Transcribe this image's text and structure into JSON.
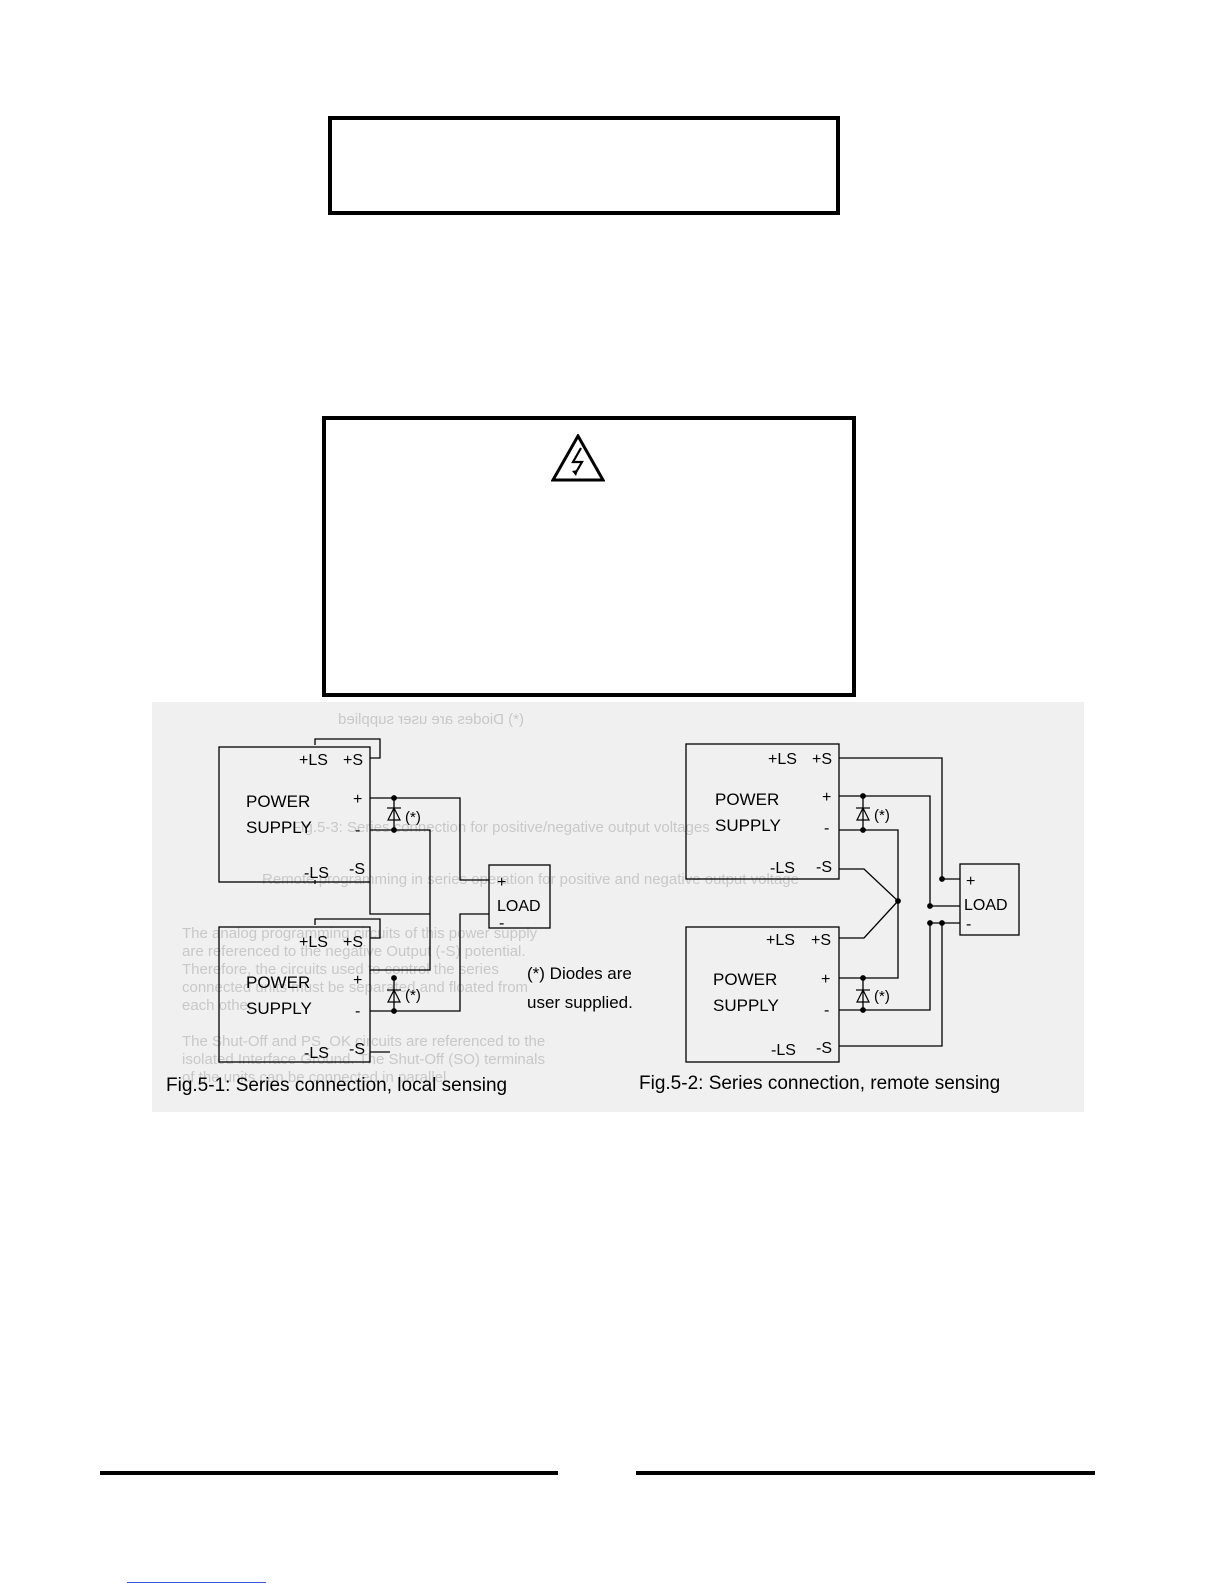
{
  "colors": {
    "ink": "#000000",
    "scan_background": "#f0f0f0",
    "ghost_text": "#a8a8a8",
    "link": "#3b5bdb"
  },
  "icons": {
    "warning": "high-voltage-icon"
  },
  "fig1": {
    "caption": "Fig.5-1: Series connection, local sensing",
    "psu_upper": {
      "line1": "POWER",
      "line2": "SUPPLY",
      "plus_ls": "+LS",
      "plus_s": "+S",
      "minus_ls": "-LS",
      "minus_s": "-S",
      "plus": "+",
      "minus": "-"
    },
    "psu_lower": {
      "line1": "POWER",
      "line2": "SUPPLY",
      "plus_ls": "+LS",
      "plus_s": "+S",
      "minus_ls": "-LS",
      "minus_s": "-S",
      "plus": "+",
      "minus": "-"
    },
    "load": {
      "label": "LOAD",
      "plus": "+",
      "minus": "-"
    },
    "diode_mark": "(*)",
    "note_line1": "(*) Diodes are",
    "note_line2": "user supplied."
  },
  "fig2": {
    "caption": "Fig.5-2: Series connection, remote sensing",
    "psu_upper": {
      "line1": "POWER",
      "line2": "SUPPLY",
      "plus_ls": "+LS",
      "plus_s": "+S",
      "minus_ls": "-LS",
      "minus_s": "-S",
      "plus": "+",
      "minus": "-"
    },
    "psu_lower": {
      "line1": "POWER",
      "line2": "SUPPLY",
      "plus_ls": "+LS",
      "plus_s": "+S",
      "minus_ls": "-LS",
      "minus_s": "-S",
      "plus": "+",
      "minus": "-"
    },
    "load": {
      "label": "LOAD",
      "plus": "+",
      "minus": "-"
    },
    "diode_mark": "(*)"
  },
  "bleed_through": {
    "left_col": [
      "The analog programming circuits of this power supply",
      "are referenced to the negative Output (-S) potential.",
      "Therefore, the circuits used to control the series",
      "connected units must be separated and floated from",
      "each other.",
      "The Shut-Off and PS_OK circuits are referenced to the",
      "isolated Interface Ground. The Shut-Off (SO) terminals",
      "of the units can be connected in parallel."
    ],
    "upper": [
      "(*) Diodes are user supplied",
      "Fig.5-3: Series connection for positive/negative output voltages",
      "Remote programming in series operation for positive and negative output voltage"
    ]
  }
}
